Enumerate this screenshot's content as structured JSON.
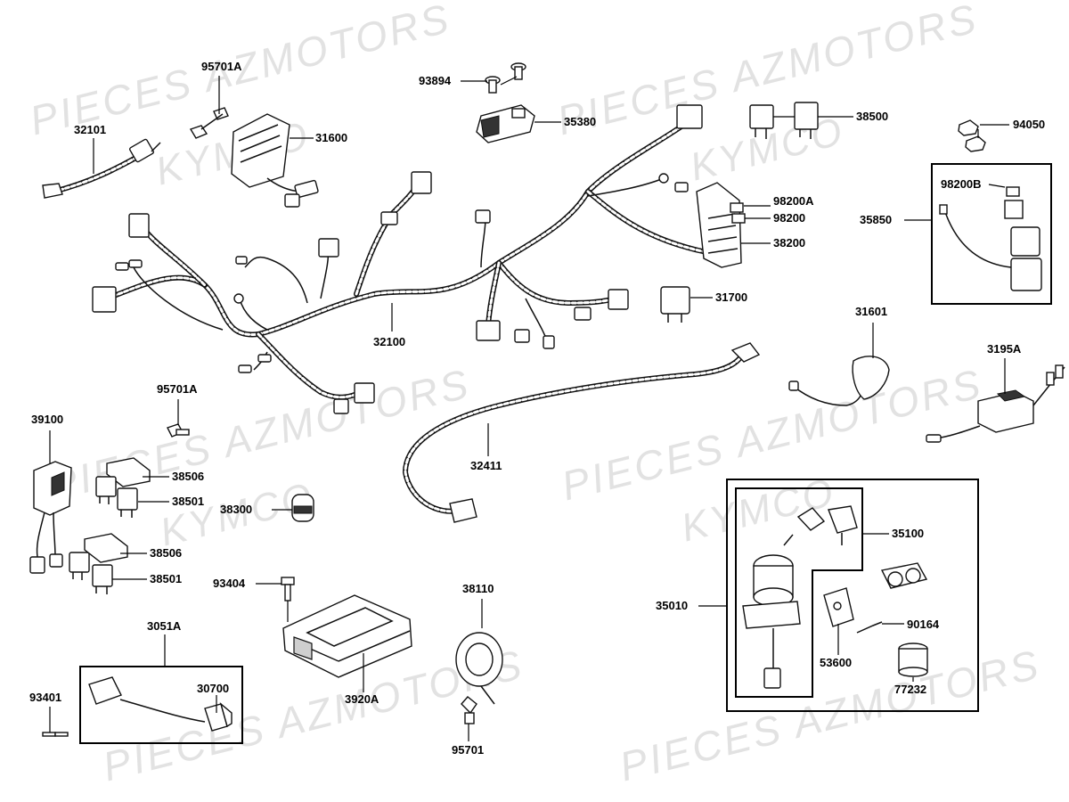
{
  "watermark": {
    "line1": "PIECES AZMOTORS",
    "line2": "KYMCO"
  },
  "labels": {
    "p32101": "32101",
    "p95701A_top": "95701A",
    "p31600": "31600",
    "p93894": "93894",
    "p35380": "35380",
    "p38500": "38500",
    "p94050": "94050",
    "p98200B": "98200B",
    "p35850": "35850",
    "p98200A": "98200A",
    "p98200": "98200",
    "p38200": "38200",
    "p31700": "31700",
    "p32100": "32100",
    "p31601": "31601",
    "p3195A": "3195A",
    "p95701A_mid": "95701A",
    "p39100": "39100",
    "p38506_a": "38506",
    "p38501_a": "38501",
    "p38300": "38300",
    "p32411": "32411",
    "p38506_b": "38506",
    "p38501_b": "38501",
    "p35100": "35100",
    "p93404": "93404",
    "p38110": "38110",
    "p35010": "35010",
    "p3051A": "3051A",
    "p30700": "30700",
    "p90164": "90164",
    "p93401": "93401",
    "p3920A": "3920A",
    "p53600": "53600",
    "p77232": "77232",
    "p95701": "95701"
  }
}
